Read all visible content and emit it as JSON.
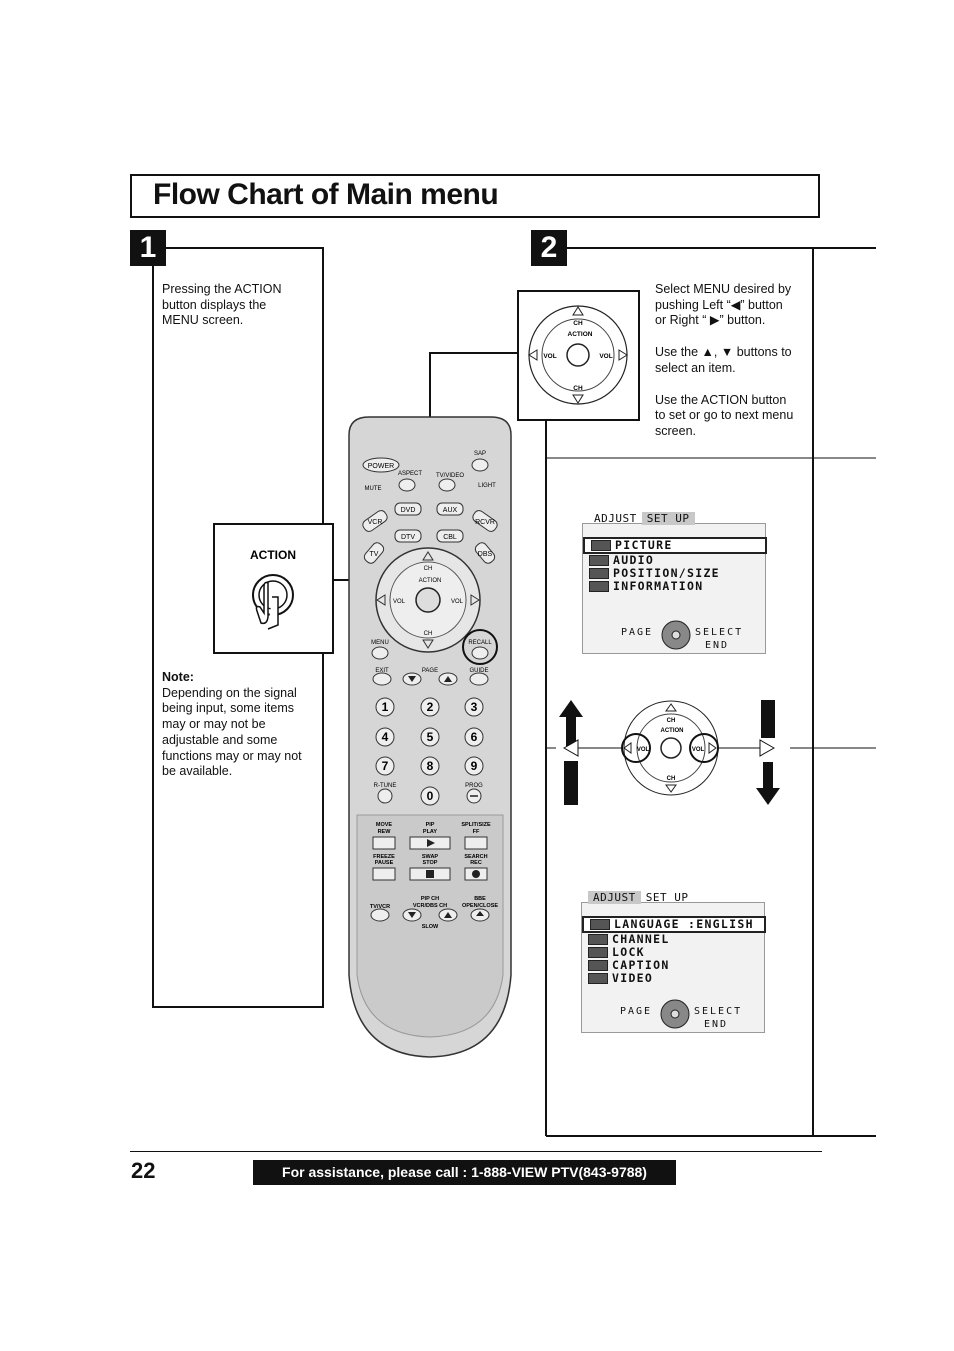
{
  "header": {
    "title": "Flow Chart of Main menu"
  },
  "step1": {
    "number": "1",
    "text_lines": [
      "Pressing the ACTION",
      "button displays the",
      "MENU screen."
    ],
    "action_label": "ACTION",
    "note_heading": "Note:",
    "note_lines": [
      "Depending on the signal",
      "being input, some items",
      "may or may not be",
      "adjustable and some",
      "functions may or may not",
      "be available."
    ]
  },
  "step2": {
    "number": "2",
    "text_lines": [
      "Select MENU desired by",
      "pushing Left “◀” button",
      "or Right “ ▶” button.",
      "",
      "Use the ▲, ▼ buttons to",
      "select an item.",
      "",
      "Use the ACTION button",
      "to set or go to next menu",
      "screen."
    ]
  },
  "dpad": {
    "ch": "CH",
    "vol": "VOL",
    "action": "ACTION"
  },
  "remote": {
    "power": "POWER",
    "sap": "SAP",
    "mute": "MUTE",
    "aspect": "ASPECT",
    "tv_video": "TV/VIDEO",
    "light": "LIGHT",
    "vcr": "VCR",
    "dvd": "DVD",
    "aux": "AUX",
    "rcvr": "RCVR",
    "tv": "TV",
    "dtv": "DTV",
    "cbl": "CBL",
    "dbs": "DBS",
    "menu": "MENU",
    "recall": "RECALL",
    "exit": "EXIT",
    "page": "PAGE",
    "guide": "GUIDE",
    "digits": [
      "1",
      "2",
      "3",
      "4",
      "5",
      "6",
      "7",
      "8",
      "9",
      "0"
    ],
    "r_tune": "R-TUNE",
    "prog": "PROG",
    "move": "MOVE",
    "rew": "REW",
    "pip": "PIP",
    "play": "PLAY",
    "split_size": "SPLIT/SIZE",
    "ff": "FF",
    "freeze": "FREEZE",
    "pause": "PAUSE",
    "swap": "SWAP",
    "stop": "STOP",
    "search": "SEARCH",
    "rec": "REC",
    "tv_vcr": "TV/VCR",
    "pip_ch": "PIP CH",
    "vcr_dbs_ch": "VCR/DBS CH",
    "bbe": "BBE",
    "open_close": "OPEN/CLOSE",
    "slow": "SLOW"
  },
  "osd_adjust": {
    "tabs": [
      "ADJUST",
      "SET UP"
    ],
    "items": [
      "PICTURE",
      "AUDIO",
      "POSITION/SIZE",
      "INFORMATION"
    ],
    "footer_page": "PAGE",
    "footer_select": "SELECT",
    "footer_end": "END"
  },
  "osd_setup": {
    "tabs": [
      "ADJUST",
      "SET UP"
    ],
    "items": [
      "LANGUAGE  :ENGLISH",
      "CHANNEL",
      "LOCK",
      "CAPTION",
      "VIDEO"
    ],
    "footer_page": "PAGE",
    "footer_select": "SELECT",
    "footer_end": "END"
  },
  "footer": {
    "page_number": "22",
    "assistance": "For assistance, please call : 1-888-VIEW PTV(843-9788)"
  }
}
